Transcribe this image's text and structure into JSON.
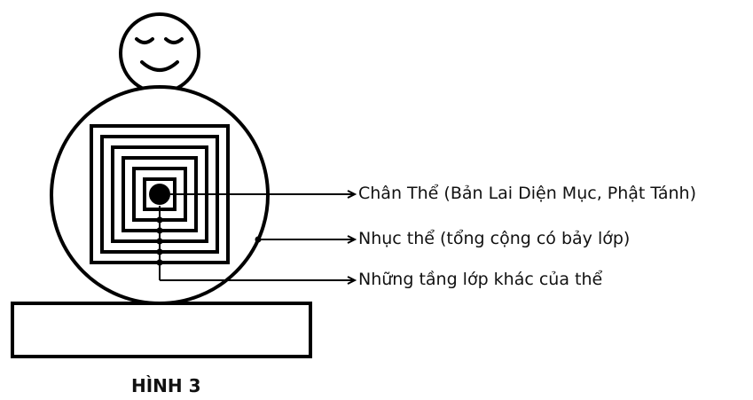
{
  "labels": [
    "Chân Thể (Bản Lai Diện Mục, Phật Tánh)",
    "Nhục thể (tổng cộng có bảy lớp)",
    "Những tầng lớp khác của thể"
  ],
  "caption": "HÌNH 3",
  "body_layers_count": 7
}
